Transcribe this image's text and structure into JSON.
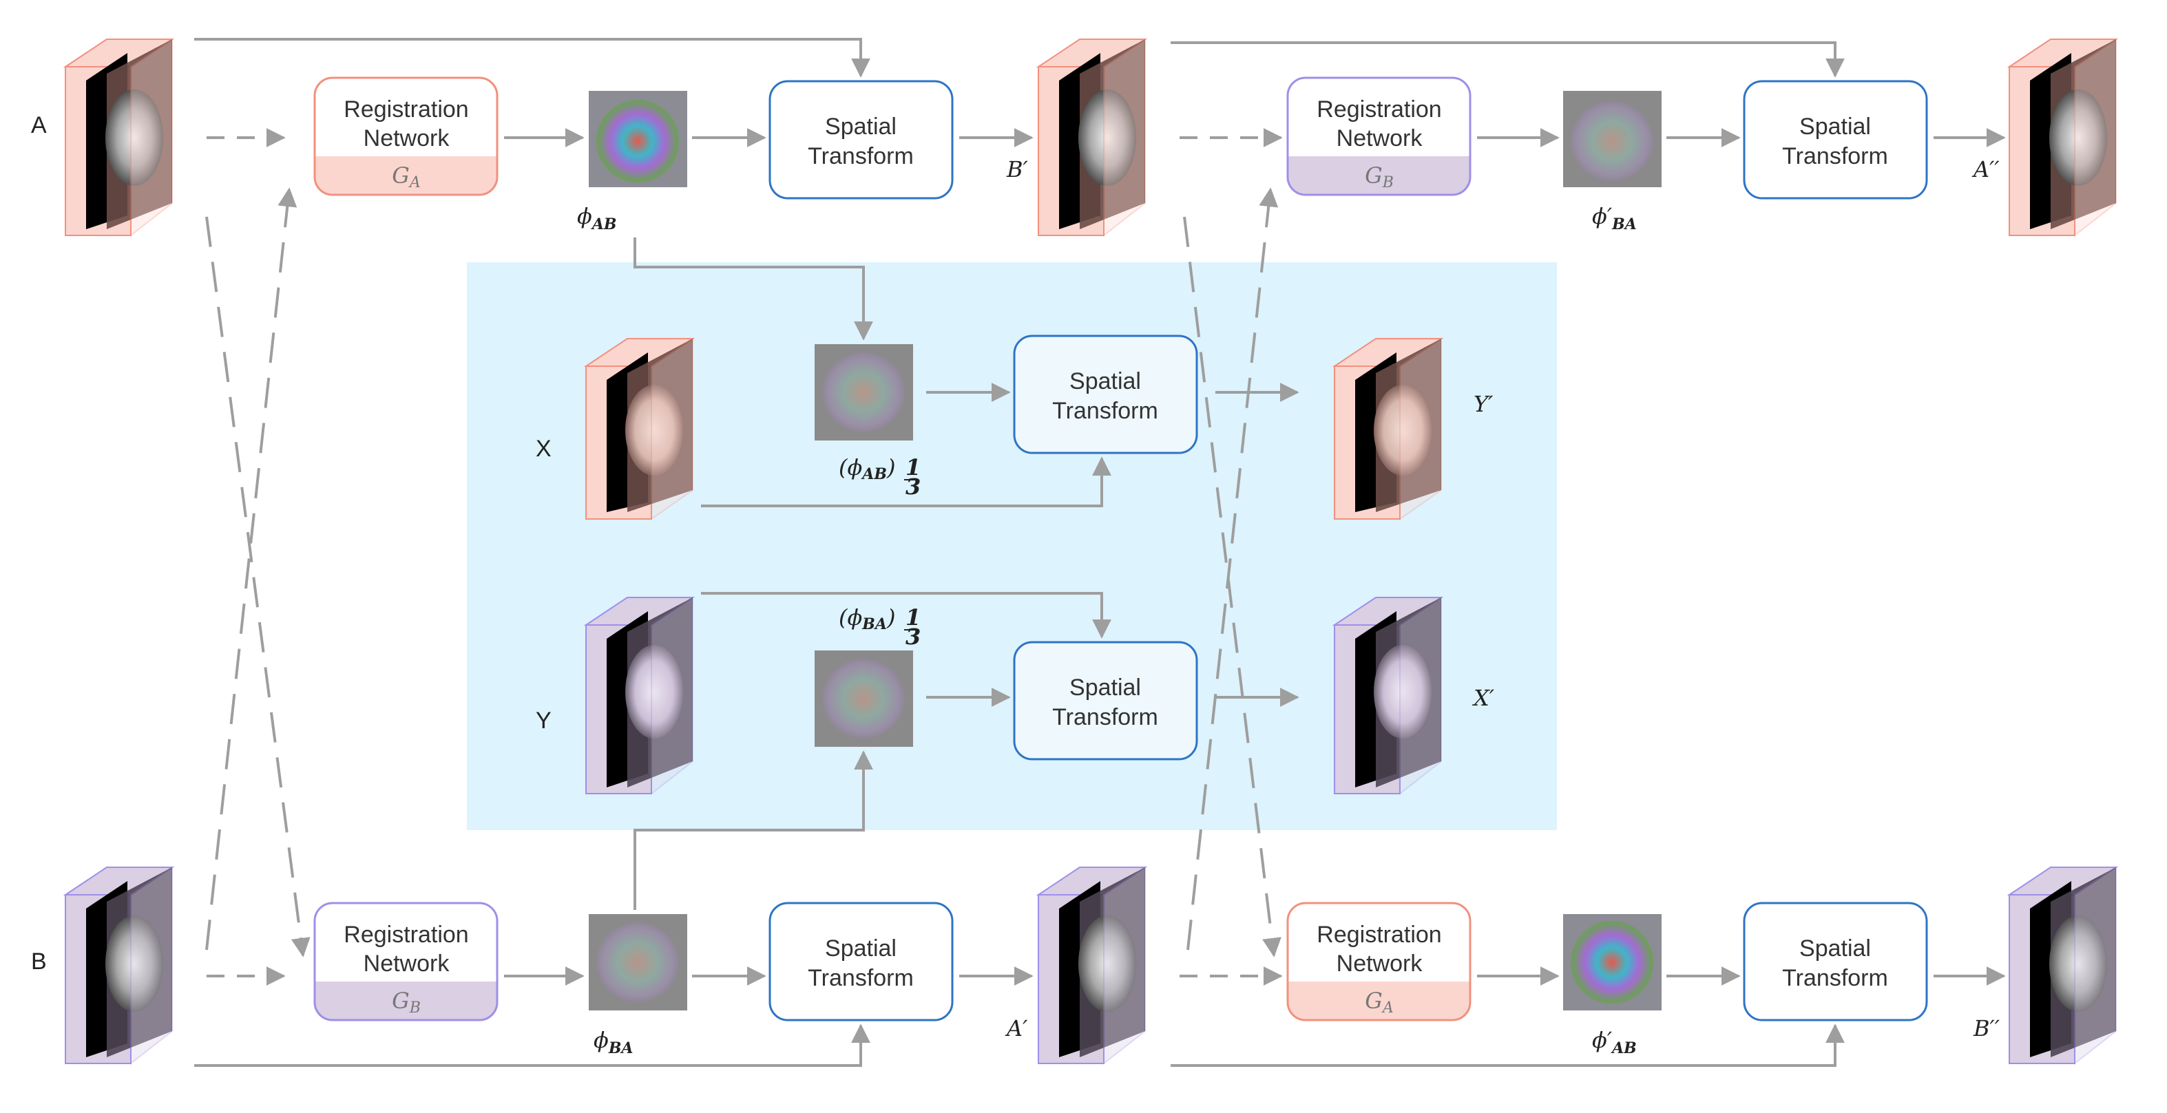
{
  "colors": {
    "red_border": "#f2907e",
    "red_fill": "#fbd6cf",
    "purple_border": "#9f8fe8",
    "purple_fill": "#dacfe3",
    "blue_border": "#2e74c6",
    "panel_bg": "#ddf3fd",
    "arrow": "#9e9e9e"
  },
  "inputs": {
    "a": "A",
    "b": "B",
    "x": "X",
    "y": "Y"
  },
  "registration": {
    "line1": "Registration",
    "line2": "Network",
    "ga": "G",
    "ga_sub": "A",
    "gb": "G",
    "gb_sub": "B"
  },
  "spatial": {
    "line1": "Spatial",
    "line2": "Transform"
  },
  "fields": {
    "phi": "ϕ",
    "ab": "AB",
    "ba": "BA",
    "prime": "′",
    "open": "(",
    "close": ")",
    "frac_num": "1",
    "frac_den": "3"
  },
  "outputs": {
    "b_prime": "B′",
    "a_prime": "A′",
    "a_dprime": "A′′",
    "b_dprime": "B′′",
    "y_prime": "Y′",
    "x_prime": "X′"
  }
}
